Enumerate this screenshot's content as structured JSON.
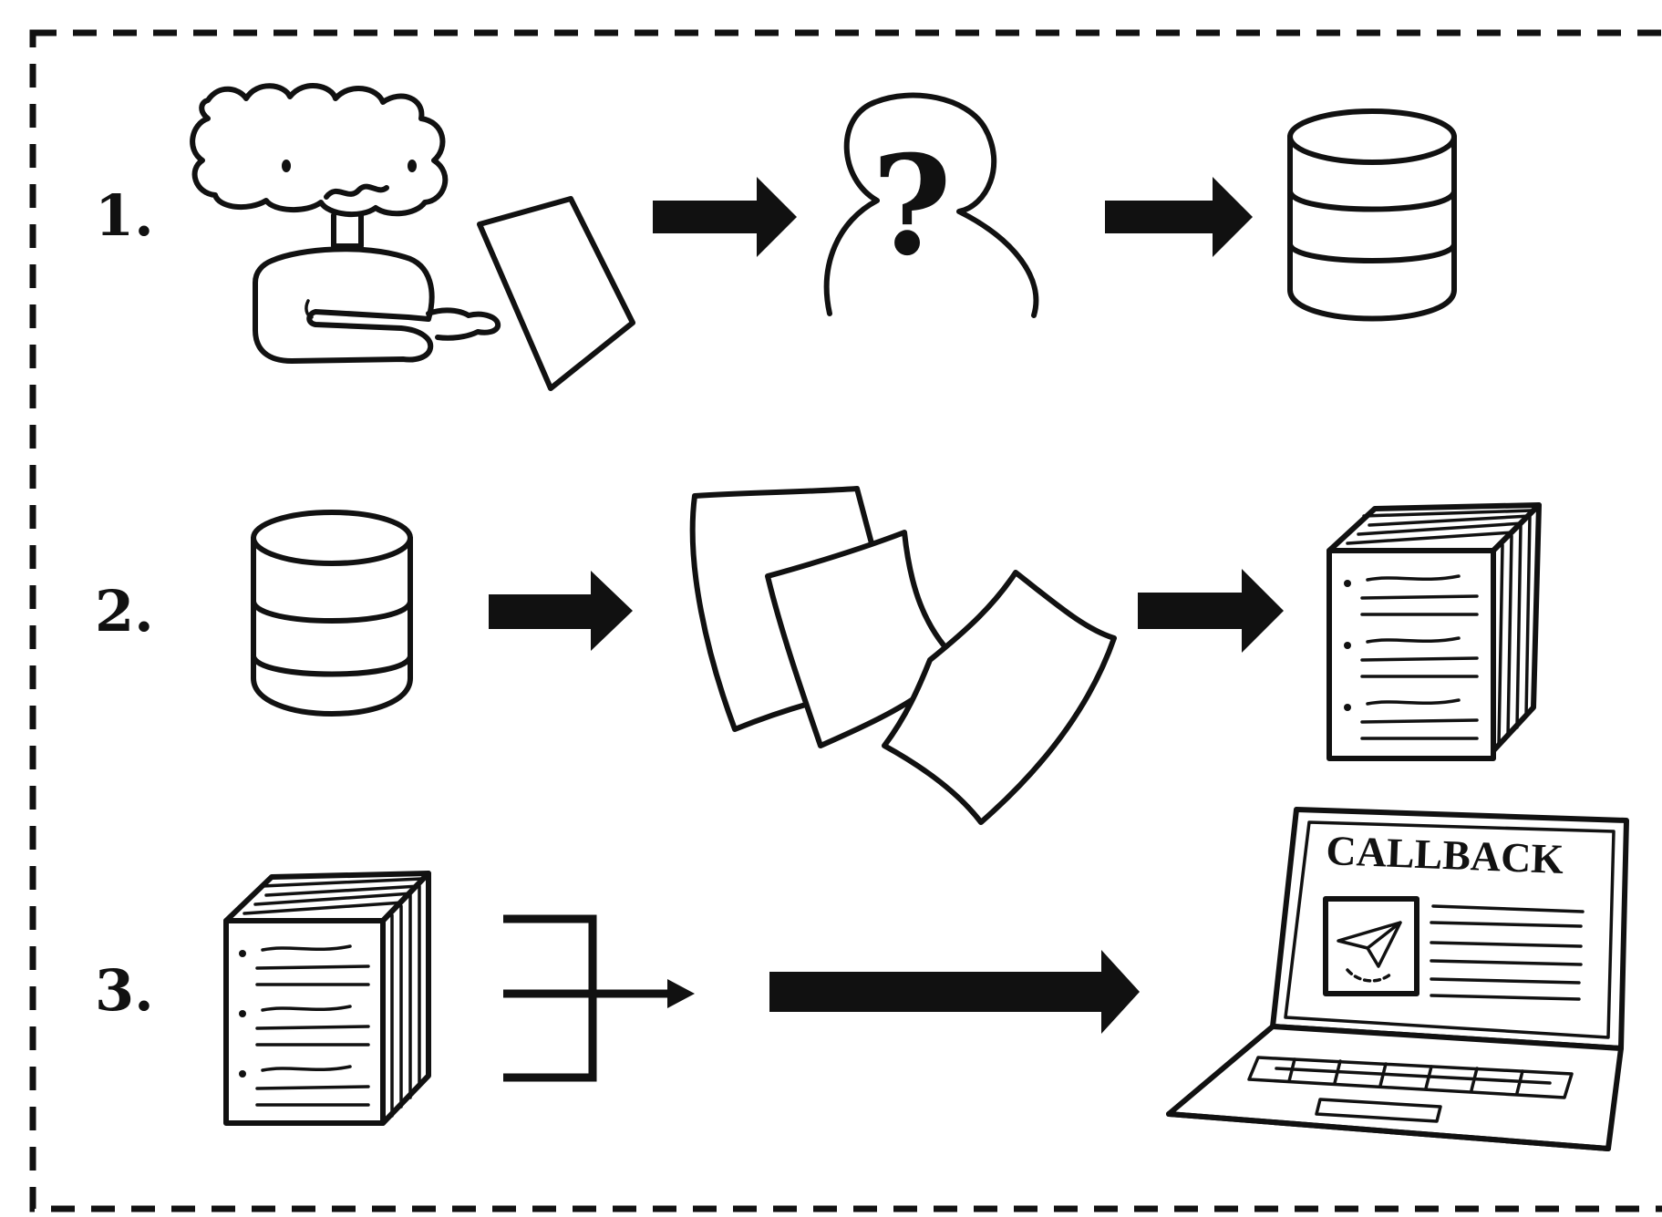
{
  "diagram": {
    "border_style": "dashed",
    "ink_color": "#111111",
    "background_color": "#ffffff",
    "steps": [
      {
        "label": "1.",
        "items": [
          "person-holding-paper",
          "right-arrow",
          "unknown-person",
          "right-arrow",
          "database"
        ],
        "unknown_person_mark": "?"
      },
      {
        "label": "2.",
        "items": [
          "database",
          "right-arrow",
          "scattered-papers",
          "right-arrow",
          "document-stack"
        ]
      },
      {
        "label": "3.",
        "items": [
          "document-stack",
          "bracket-merge-arrow",
          "long-right-arrow",
          "laptop"
        ],
        "laptop_screen_title": "CALLBACK"
      }
    ]
  }
}
